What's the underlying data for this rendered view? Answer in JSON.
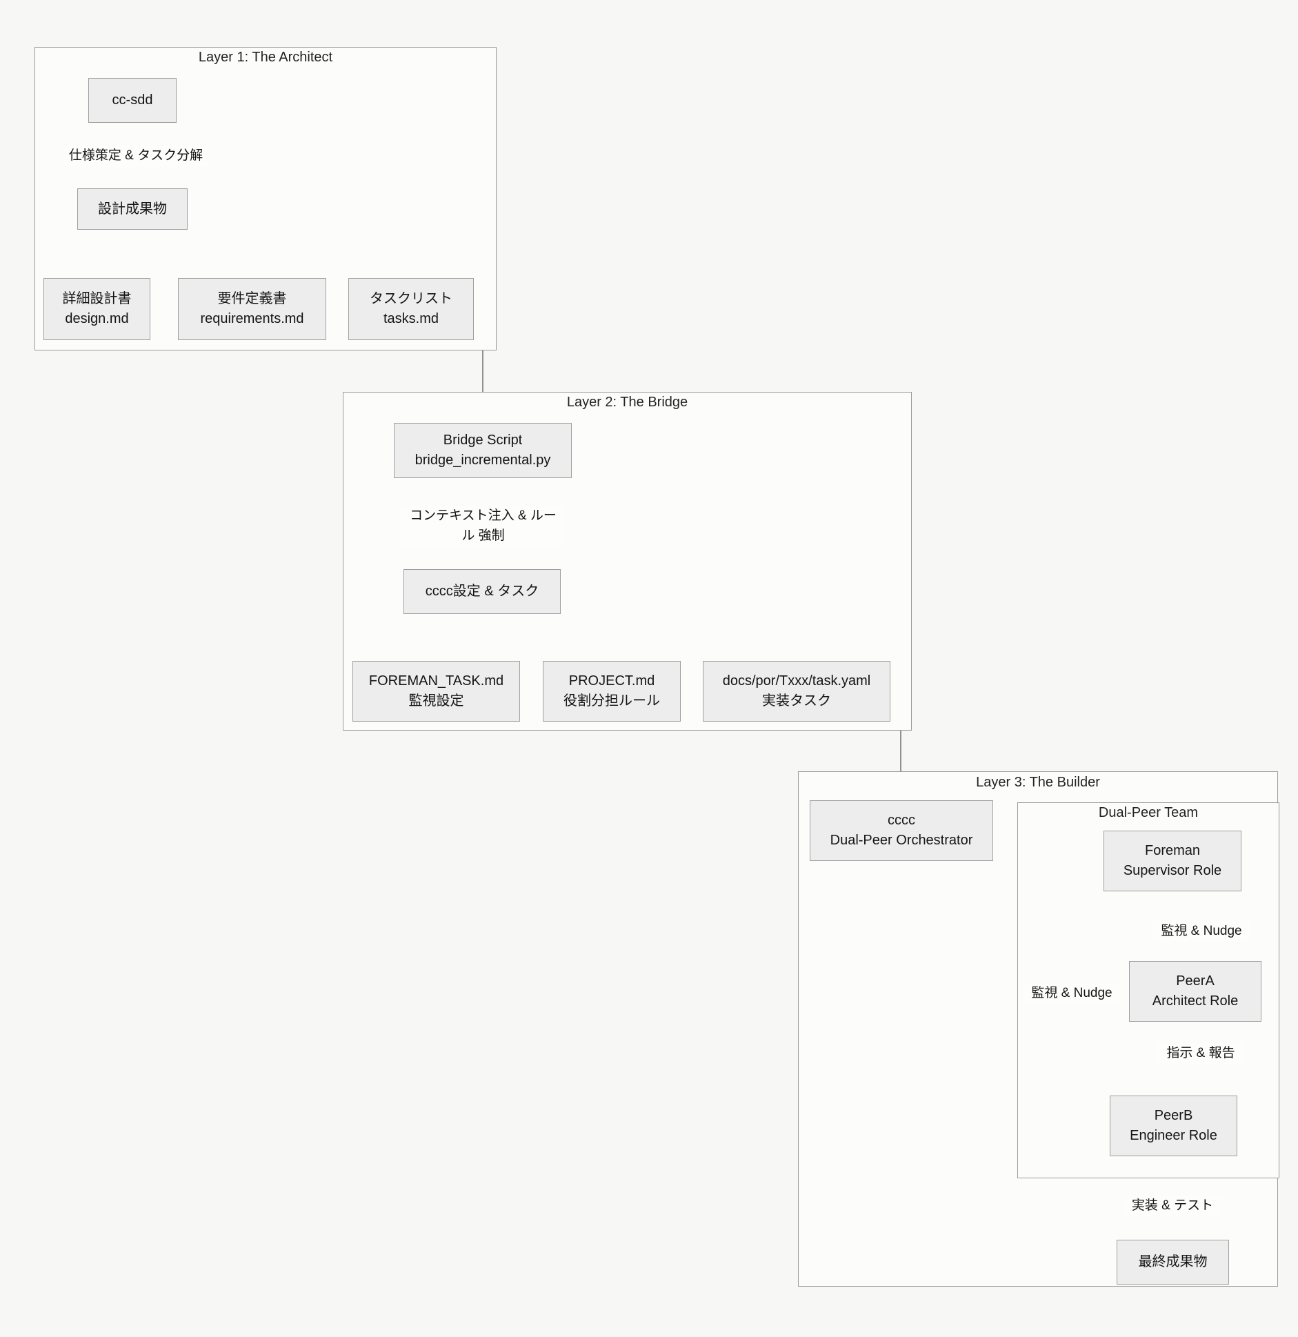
{
  "diagram": {
    "title": "cc-sdd / bridge / cccc three-layer architecture flow",
    "background_color": "#f7f7f5",
    "node_fill": "#ededed",
    "node_border": "#9f9f9f",
    "edge_color": "#7a7a7a"
  },
  "layers": [
    {
      "id": "layer1",
      "title": "Layer 1: The Architect",
      "nodes": [
        {
          "id": "cc-sdd",
          "line1": "cc-sdd",
          "line2": ""
        },
        {
          "id": "design-artifacts",
          "line1": "設計成果物",
          "line2": ""
        },
        {
          "id": "design-md",
          "line1": "詳細設計書",
          "line2": "design.md"
        },
        {
          "id": "requirements-md",
          "line1": "要件定義書",
          "line2": "requirements.md"
        },
        {
          "id": "tasks-md",
          "line1": "タスクリスト",
          "line2": "tasks.md"
        }
      ],
      "edge_labels": [
        {
          "id": "spec-decompose",
          "text": "仕様策定 & タスク分解"
        }
      ]
    },
    {
      "id": "layer2",
      "title": "Layer 2: The Bridge",
      "nodes": [
        {
          "id": "bridge-script",
          "line1": "Bridge Script",
          "line2": "bridge_incremental.py"
        },
        {
          "id": "cccc-config",
          "line1": "cccc設定 & タスク",
          "line2": ""
        },
        {
          "id": "foreman-task-md",
          "line1": "FOREMAN_TASK.md",
          "line2": "監視設定"
        },
        {
          "id": "project-md",
          "line1": "PROJECT.md",
          "line2": "役割分担ルール"
        },
        {
          "id": "task-yaml",
          "line1": "docs/por/Txxx/task.yaml",
          "line2": "実装タスク"
        }
      ],
      "edge_labels": [
        {
          "id": "context-inject",
          "line1": "コンテキスト注入 & ルール",
          "line2": "強制"
        }
      ]
    },
    {
      "id": "layer3",
      "title": "Layer 3: The Builder",
      "nodes": [
        {
          "id": "cccc-orchestrator",
          "line1": "cccc",
          "line2": "Dual-Peer Orchestrator"
        },
        {
          "id": "final-artifact",
          "line1": "最終成果物",
          "line2": ""
        }
      ],
      "subgraph": {
        "id": "dual-peer-team",
        "title": "Dual-Peer Team",
        "nodes": [
          {
            "id": "foreman",
            "line1": "Foreman",
            "line2": "Supervisor Role"
          },
          {
            "id": "peer-a",
            "line1": "PeerA",
            "line2": "Architect Role"
          },
          {
            "id": "peer-b",
            "line1": "PeerB",
            "line2": "Engineer Role"
          }
        ],
        "edge_labels": [
          {
            "id": "monitor-nudge-a",
            "text": "監視 & Nudge"
          },
          {
            "id": "monitor-nudge-b",
            "text": "監視 & Nudge"
          },
          {
            "id": "instruct-report",
            "text": "指示 & 報告"
          }
        ]
      },
      "edge_labels": [
        {
          "id": "implement-test",
          "text": "実装 & テスト"
        }
      ]
    }
  ]
}
